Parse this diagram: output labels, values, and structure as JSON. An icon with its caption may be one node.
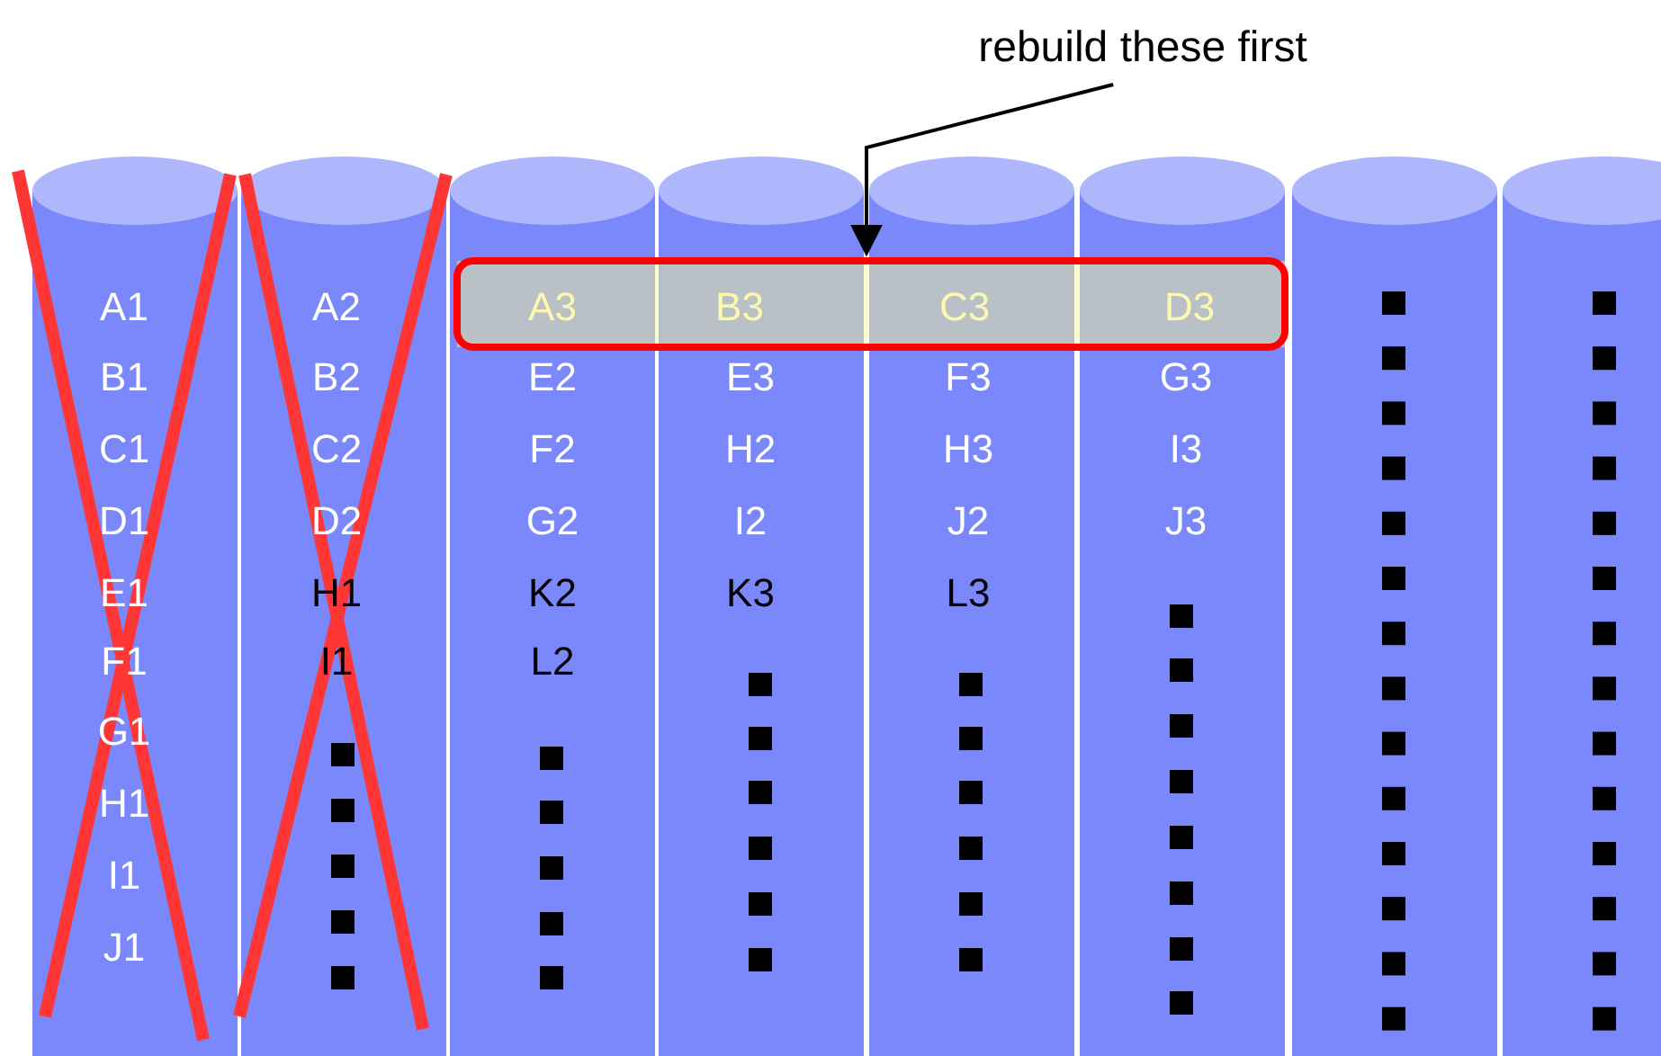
{
  "diagram": {
    "nodes": [
      {
        "text": [
          "rebuild these first"
        ]
      },
      {
        "text": [
          "A1",
          "B1",
          "C1",
          "D1",
          "E1",
          "F1",
          "G1",
          "H1",
          "I1",
          "J1"
        ]
      },
      {
        "text": [
          "A2",
          "B2",
          "C2",
          "D2",
          "H1",
          "I1"
        ]
      },
      {
        "text": [
          "E2",
          "F2",
          "G2",
          "K2",
          "L2"
        ]
      },
      {
        "text": [
          "E3",
          "H2",
          "I2",
          "K3"
        ]
      },
      {
        "text": [
          "F3",
          "H3",
          "J2",
          "L3"
        ]
      },
      {
        "text": [
          "G3",
          "I3",
          "J3"
        ]
      },
      {
        "text": [],
        "shape": "cylinder"
      },
      {
        "text": [],
        "shape": "cylinder"
      },
      {
        "text": [
          "A3",
          "B3",
          "C3",
          "D3"
        ]
      }
    ],
    "edges": [
      {
        "from": 0,
        "to": 9,
        "arrow": "to"
      }
    ]
  }
}
